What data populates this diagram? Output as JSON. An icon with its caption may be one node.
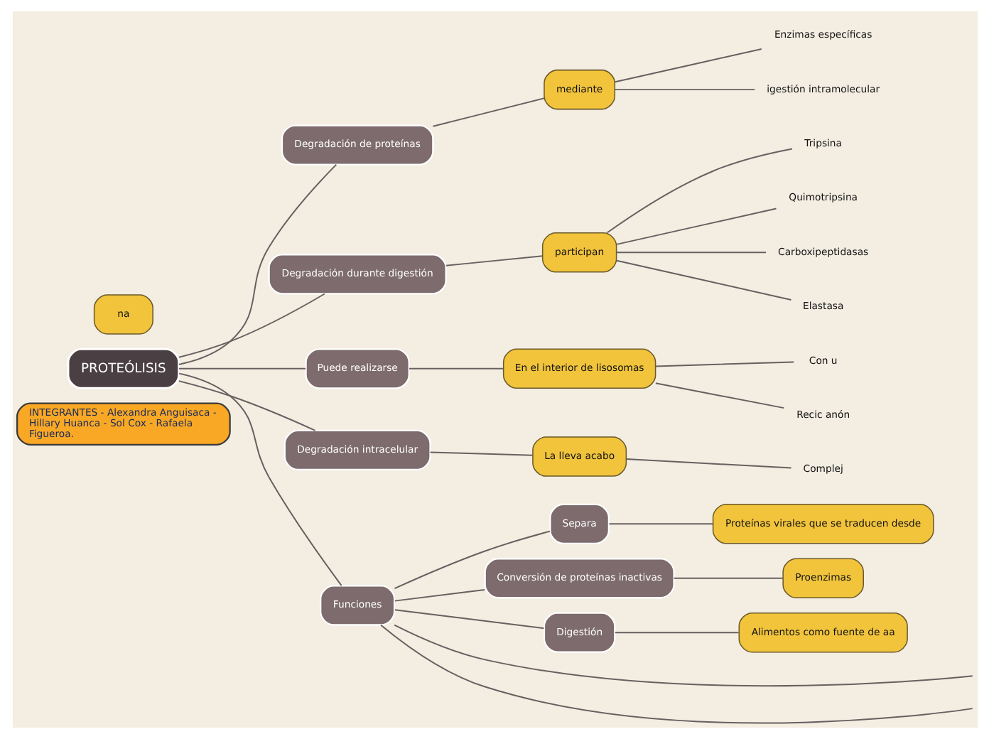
{
  "diagram": {
    "nodes": [
      {
        "text": [
          "INTEGRANTES - Alexandra Anguisaca - Hillary Huanca - Sol Cox - Rafaela Figueroa."
        ]
      },
      {
        "text": [
          "PROTEÓLISIS"
        ]
      },
      {
        "text": [
          "Degradación de proteínas"
        ]
      },
      {
        "text": [
          "mediante"
        ]
      },
      {
        "text": [
          "Enzimas específicas"
        ]
      },
      {
        "text": [
          "igestión intramolecular"
        ]
      },
      {
        "text": [
          "Degradación durante digestión"
        ]
      },
      {
        "text": [
          "participan"
        ]
      },
      {
        "text": [
          "Tripsina"
        ]
      },
      {
        "text": [
          "Quimotripsina"
        ]
      },
      {
        "text": [
          "Carboxipeptidasas"
        ]
      },
      {
        "text": [
          "Elastasa"
        ]
      },
      {
        "text": [
          "Puede realizarse"
        ]
      },
      {
        "text": [
          "En el interior de lisosomas"
        ]
      },
      {
        "text": [
          "Con u"
        ]
      },
      {
        "text": [
          "Recic anón"
        ]
      },
      {
        "text": [
          "Degradación intracelular"
        ]
      },
      {
        "text": [
          "La lleva acabo"
        ]
      },
      {
        "text": [
          "Complej"
        ]
      },
      {
        "text": [
          "Funciones"
        ]
      },
      {
        "text": [
          "Separa"
        ]
      },
      {
        "text": [
          "Conversión de proteínas inactivas"
        ]
      },
      {
        "text": [
          "Digestión"
        ]
      },
      {
        "text": [
          "na"
        ]
      },
      {
        "text": [
          "Proteínas virales que se traducen desde"
        ]
      },
      {
        "text": [
          "Proenzimas"
        ]
      },
      {
        "text": [
          "Alimentos como fuente de aa"
        ]
      }
    ],
    "edges": [
      {
        "from": 1,
        "to": 2,
        "arrow": "none"
      },
      {
        "from": 2,
        "to": 3,
        "arrow": "none"
      },
      {
        "from": 3,
        "to": 4,
        "arrow": "none"
      },
      {
        "from": 3,
        "to": 5,
        "arrow": "none"
      },
      {
        "from": 1,
        "to": 6,
        "arrow": "none"
      },
      {
        "from": 6,
        "to": 7,
        "arrow": "none"
      },
      {
        "from": 7,
        "to": 8,
        "arrow": "none"
      },
      {
        "from": 7,
        "to": 9,
        "arrow": "none"
      },
      {
        "from": 7,
        "to": 10,
        "arrow": "none"
      },
      {
        "from": 7,
        "to": 11,
        "arrow": "none"
      },
      {
        "from": 1,
        "to": 12,
        "arrow": "none"
      },
      {
        "from": 12,
        "to": 13,
        "arrow": "none"
      },
      {
        "from": 13,
        "to": 14,
        "arrow": "none"
      },
      {
        "from": 13,
        "to": 15,
        "arrow": "none"
      },
      {
        "from": 1,
        "to": 16,
        "arrow": "none"
      },
      {
        "from": 16,
        "to": 17,
        "arrow": "none"
      },
      {
        "from": 17,
        "to": 18,
        "arrow": "none"
      },
      {
        "from": 1,
        "to": 19,
        "arrow": "none"
      },
      {
        "from": 19,
        "to": null,
        "arrow": "none"
      },
      {
        "from": 19,
        "to": 20,
        "arrow": "none"
      },
      {
        "from": 19,
        "to": 21,
        "arrow": "none"
      },
      {
        "from": 19,
        "to": 22,
        "arrow": "none"
      },
      {
        "from": 19,
        "to": null,
        "arrow": "none"
      },
      {
        "from": 20,
        "to": 24,
        "arrow": "none"
      },
      {
        "from": 21,
        "to": 25,
        "arrow": "none"
      },
      {
        "from": 22,
        "to": 26,
        "arrow": "none"
      }
    ]
  }
}
